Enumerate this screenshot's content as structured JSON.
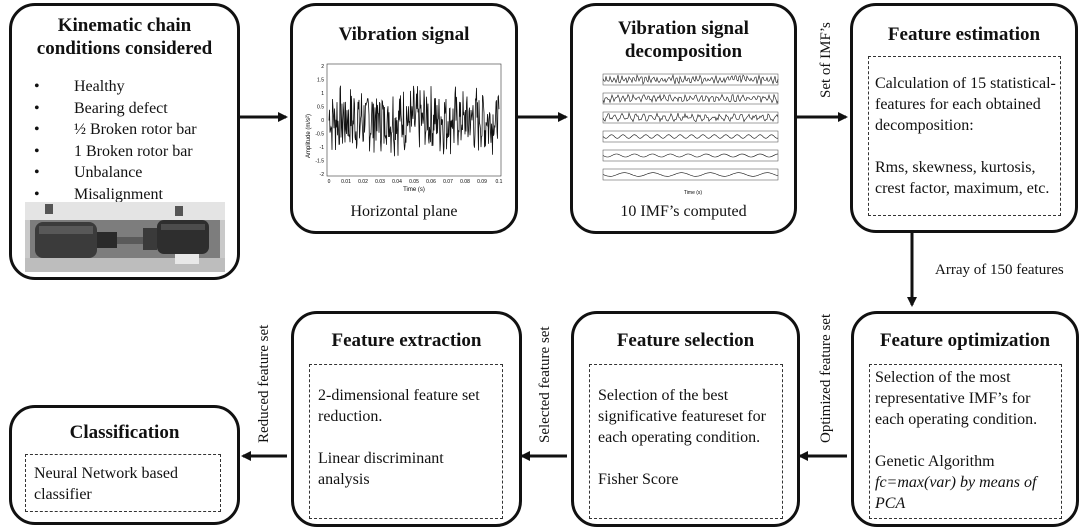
{
  "kinematic": {
    "title_line1": "Kinematic chain",
    "title_line2": "conditions considered",
    "conditions": [
      "Healthy",
      "Bearing defect",
      "½ Broken rotor bar",
      "1 Broken rotor bar",
      "Unbalance",
      "Misalignment"
    ]
  },
  "vibration": {
    "title": "Vibration signal",
    "caption": "Horizontal plane",
    "ylabel": "Amplitude (m/s²)",
    "xlabel": "Time (s)",
    "yticks": [
      "2",
      "1.5",
      "1",
      "0.5",
      "0",
      "-0.5",
      "-1",
      "-1.5",
      "-2"
    ],
    "xticks": [
      "0",
      "0.01",
      "0.02",
      "0.03",
      "0.04",
      "0.05",
      "0.06",
      "0.07",
      "0.08",
      "0.09",
      "0.1"
    ]
  },
  "decomposition": {
    "title_line1": "Vibration signal",
    "title_line2": "decomposition",
    "caption": "10 IMF’s computed",
    "xlabel": "Time (s)"
  },
  "estimation": {
    "title": "Feature estimation",
    "text1": "Calculation of 15 statistical-features for each obtained decomposition:",
    "text2": "Rms, skewness, kurtosis, crest factor, maximum, etc."
  },
  "optimization": {
    "title": "Feature optimization",
    "text1": "Selection of the most representative IMF’s for each operating condition.",
    "text2": "Genetic Algorithm",
    "text3": "fc=max(var) by means of PCA"
  },
  "selection": {
    "title": "Feature selection",
    "text1": "Selection of the best significative featureset for each operating condition.",
    "text2": "Fisher Score"
  },
  "extraction": {
    "title": "Feature extraction",
    "text1": "2-dimensional feature set reduction.",
    "text2": "Linear discriminant analysis"
  },
  "classification": {
    "title": "Classification",
    "text1": "Neural Network based classifier"
  },
  "arrow_labels": {
    "set_of_imfs": "Set of IMF’s",
    "array": "Array of 150 features",
    "optimized": "Optimized feature set",
    "selected": "Selected feature set",
    "reduced": "Reduced feature set"
  }
}
